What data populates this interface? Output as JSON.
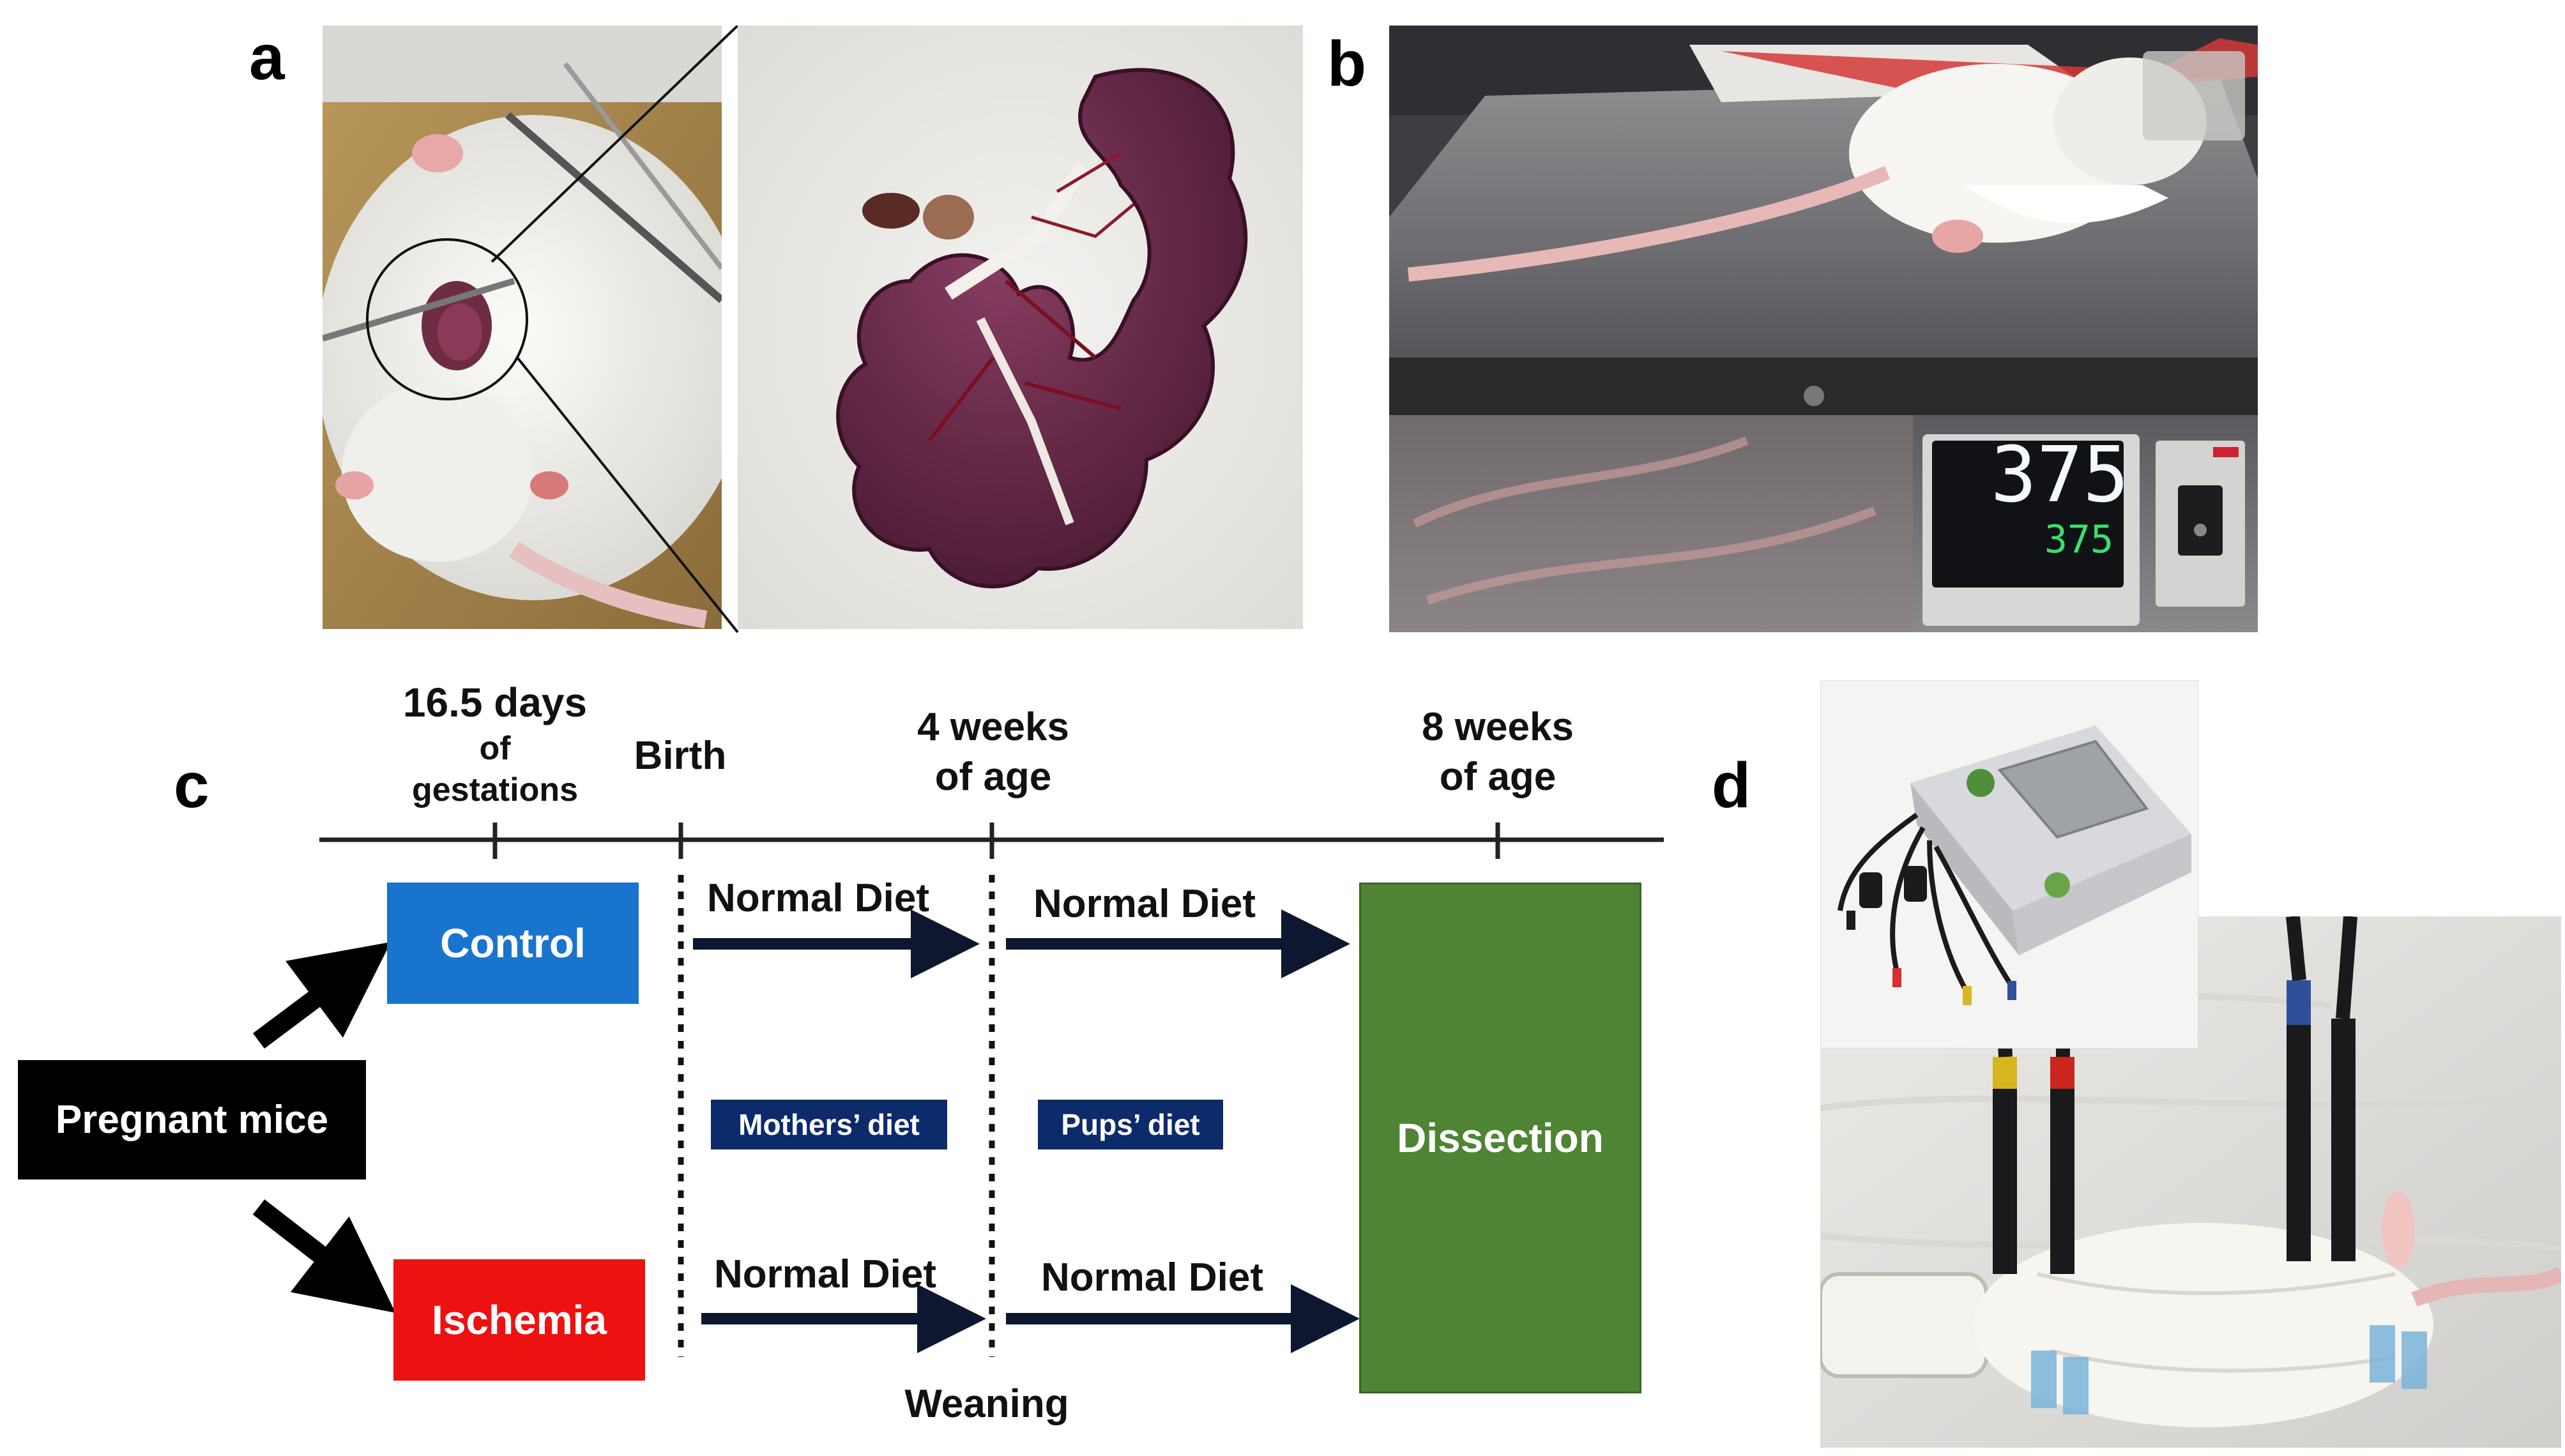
{
  "panels": {
    "a": "a",
    "b": "b",
    "c": "c",
    "d": "d"
  },
  "photos": {
    "a_left": "mouse-abdominal-surgery-photo",
    "a_right": "intestine-specimen-photo",
    "b": "mouse-on-hot-plate-photo",
    "d_inset": "ecg-device-photo",
    "d_main": "mouse-with-ecg-electrodes-photo"
  },
  "hotplate": {
    "pv": "375",
    "sv": "375"
  },
  "timeline": {
    "t1_line1": "16.5 days",
    "t1_line2": "of",
    "t1_line3": "gestations",
    "t2": "Birth",
    "t3_line1": "4 weeks",
    "t3_line2": "of age",
    "t4_line1": "8 weeks",
    "t4_line2": "of age"
  },
  "boxes": {
    "pregnant": "Pregnant mice",
    "control": "Control",
    "ischemia": "Ischemia",
    "dissection": "Dissection"
  },
  "diets": {
    "upper_left": "Normal Diet",
    "upper_right": "Normal Diet",
    "lower_left": "Normal Diet",
    "lower_right": "Normal Diet",
    "mothers": "Mothers’ diet",
    "pups": "Pups’ diet"
  },
  "weaning": "Weaning",
  "colors": {
    "control": "#1874cd",
    "ischemia": "#ee1111",
    "dissection": "#4e8433",
    "pregnant": "#000000",
    "tag": "#0d2a6b",
    "arrow": "#0d1830"
  }
}
